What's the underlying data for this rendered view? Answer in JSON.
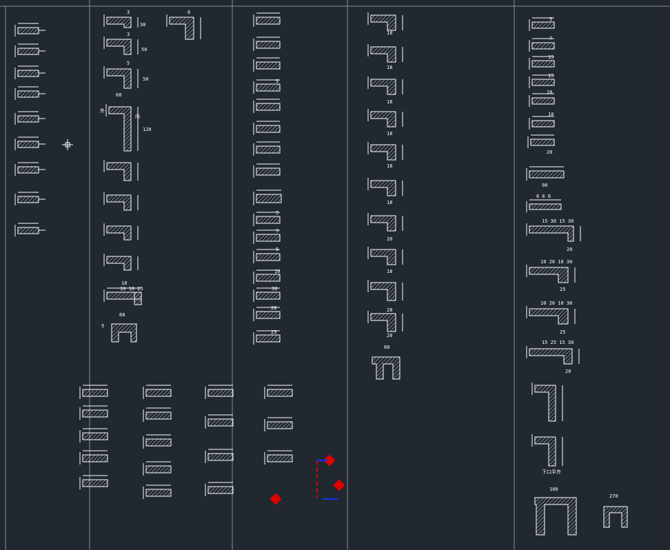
{
  "colors": {
    "background": "#212830",
    "lines": "#ffffff",
    "frame": "#8a8f96",
    "marker_red": "#e00000",
    "marker_blue": "#1030ff"
  },
  "col2": {
    "top_dims": [
      "3",
      "3",
      "5",
      "60",
      "6"
    ],
    "side_labels": [
      "外",
      "内"
    ],
    "heights": [
      "30",
      "50",
      "50",
      "120"
    ],
    "bottom_dims": [
      "10",
      "10 10 25",
      "60",
      "5"
    ]
  },
  "col3": {
    "dims": [
      "5",
      "5",
      "5",
      "5",
      "10",
      "30",
      "20",
      "25"
    ]
  },
  "col4": {
    "bottom_dims": [
      "18",
      "18",
      "18",
      "18",
      "18",
      "18",
      "20",
      "18",
      "20",
      "20",
      "60"
    ]
  },
  "col5": {
    "dims": [
      "5",
      "7",
      "15",
      "15",
      "20",
      "10",
      "20",
      "90",
      "6 6 6",
      "15 30 15 30",
      "10 20 10 30",
      "10 20 10 30",
      "15 25 15 30",
      "20",
      "25",
      "25",
      "20",
      "100",
      "270"
    ],
    "note": "下口平齐"
  }
}
